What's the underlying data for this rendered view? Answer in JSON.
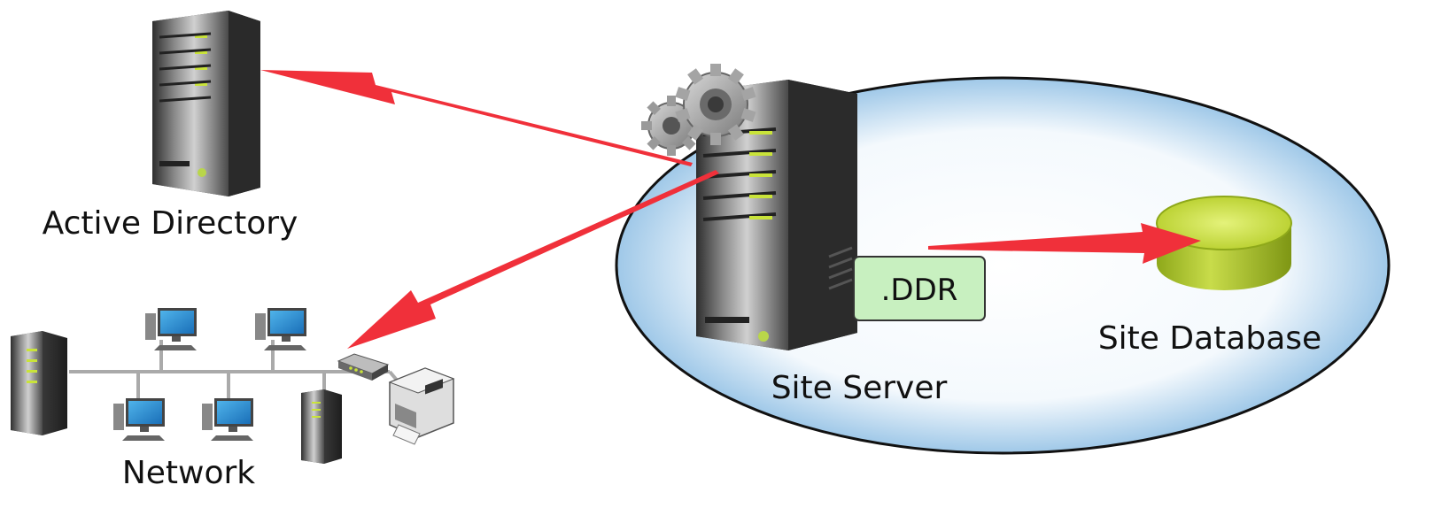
{
  "labels": {
    "active_directory": "Active Directory",
    "network": "Network",
    "site_server": "Site Server",
    "site_database": "Site Database",
    "ddr_file": ".DDR"
  },
  "colors": {
    "arrow": "#f0303a",
    "ellipse_fill_center": "#ffffff",
    "ellipse_fill_edge": "#9fc8e8",
    "ddr_box": "#c8f0c0",
    "database_top": "#c6de3a",
    "database_side": "#9fb51f",
    "server_dark": "#3a3a3a",
    "server_light": "#9a9a9a",
    "led": "#c9e33a"
  },
  "icons": {
    "active_directory": "server-tower-icon",
    "site_server": "server-tower-with-gears-icon",
    "site_database": "database-cylinder-icon",
    "network": "network-topology-icon"
  }
}
